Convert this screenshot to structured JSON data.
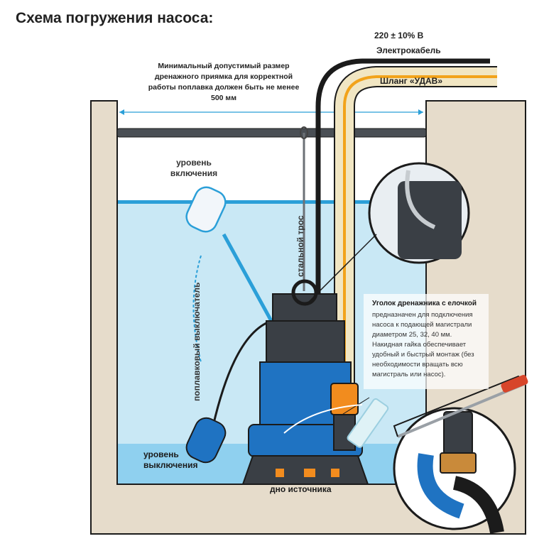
{
  "title": "Схема погружения насоса:",
  "labels": {
    "min_size": "Минимальный допустимый размер дренажного приямка для корректной работы поплавка должен быть не менее 500 мм",
    "voltage": "220 ± 10% В",
    "cable": "Электрокабель",
    "hose": "Шланг «УДАВ»",
    "level_on": "уровень включения",
    "level_off": "уровень выключения",
    "steel_cable": "стальной трос",
    "float_switch": "поплавковый выключатель",
    "bottom": "дно источника"
  },
  "callout": {
    "title": "Уголок дренажника с елочкой",
    "text": "предназначен для подключения насоса к подающей магистрали диаметром 25, 32, 40 мм. Накидная гайка обеспечивает удобный и быстрый монтаж (без необходимости вращать всю магистраль или насос)."
  },
  "colors": {
    "water_light": "#c9e8f5",
    "water_surface": "#2b9fd8",
    "pit_wall": "#e6dccb",
    "pump_blue": "#1f73c2",
    "pump_dark": "#3a3f45",
    "hose_cream": "#f1e6c3",
    "hose_stripe": "#f2a31b",
    "nut_orange": "#f28c1e",
    "accent_red": "#d7452a"
  },
  "icons": [
    "float-switch-icon",
    "pump-icon",
    "hacksaw-icon",
    "elbow-fitting-icon"
  ]
}
